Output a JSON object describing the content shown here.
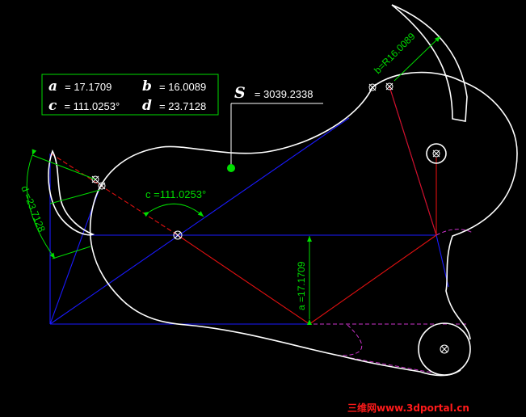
{
  "colors": {
    "background": "#000000",
    "outline": "#ffffff",
    "construction_blue": "#1a1aff",
    "construction_red": "#e01010",
    "dimension_green": "#00dd00",
    "hidden_magenta": "#cc33cc",
    "watermark": "#ff1a1a"
  },
  "params": {
    "a_label": "a",
    "a_value": "= 17.1709",
    "b_label": "b",
    "b_value": "= 16.0089",
    "c_label": "c",
    "c_value": "= 111.0253°",
    "d_label": "d",
    "d_value": "= 23.7128"
  },
  "area": {
    "label": "S",
    "value": "= 3039.2338"
  },
  "dimensions": {
    "angle_c": "c =111.0253°",
    "radius_b": "b=R16.0089",
    "length_d": "d =23.7128",
    "length_a": "a =17.1709"
  },
  "watermark": "三维网www.3dportal.cn"
}
